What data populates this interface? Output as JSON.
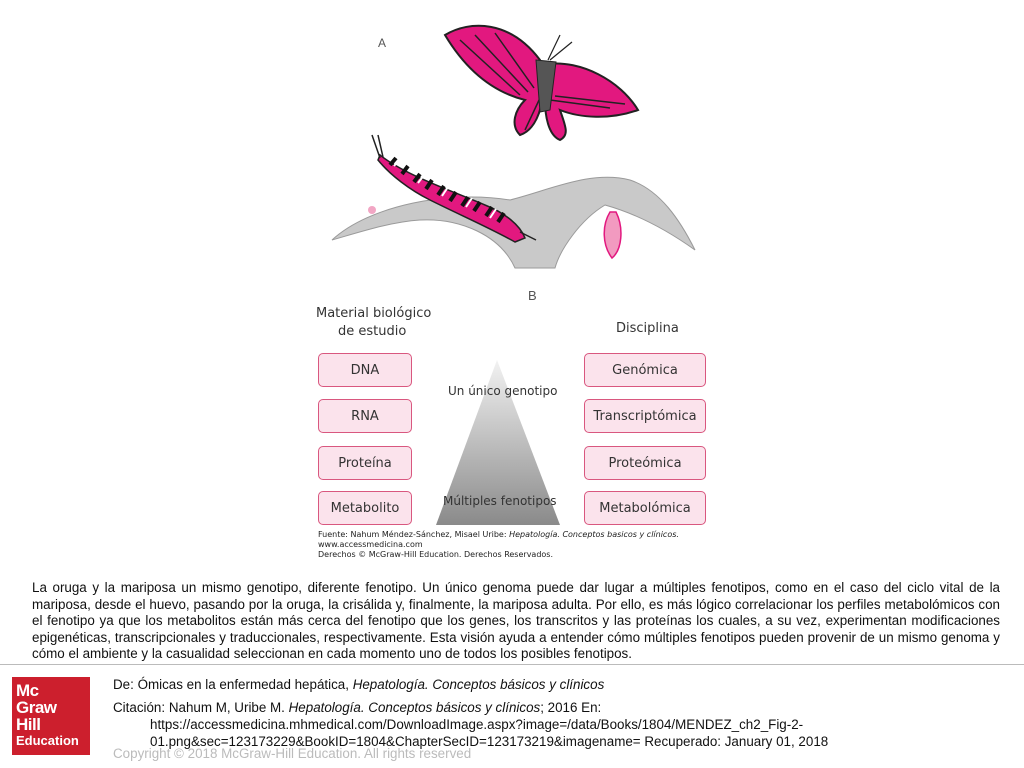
{
  "figure": {
    "label_a": "A",
    "label_b": "B",
    "left_title_1": "Material biológico",
    "left_title_2": "de estudio",
    "right_title": "Disciplina",
    "left_boxes": [
      "DNA",
      "RNA",
      "Proteína",
      "Metabolito"
    ],
    "right_boxes": [
      "Genómica",
      "Transcriptómica",
      "Proteómica",
      "Metabolómica"
    ],
    "triangle_top": "Un único genotipo",
    "triangle_bottom": "Múltiples fenotipos",
    "source_line1": "Fuente: Nahum Méndez-Sánchez, Misael Uribe: ",
    "source_line1_italic": "Hepatología. Conceptos basicos y clínicos.",
    "source_line2": "www.accessmedicina.com",
    "source_line3": "Derechos © McGraw-Hill Education. Derechos Reservados.",
    "colors": {
      "magenta": "#e2187f",
      "box_border": "#d9577f",
      "box_fill": "#fbe3ec"
    }
  },
  "caption": "La oruga y la mariposa un mismo genotipo, diferente fenotipo. Un único genoma puede dar lugar a múltiples fenotipos, como en el caso del ciclo vital de la mariposa, desde el huevo, pasando por la oruga, la crisálida y, finalmente, la mariposa adulta. Por ello, es más lógico correlacionar los perfiles metabolómicos con el fenotipo ya que los metabolitos están más cerca del fenotipo que los genes, los transcritos y las proteínas los cuales, a su vez, experimentan modificaciones epigenéticas, transcripcionales y traduccionales, respectivamente. Esta visión ayuda a entender cómo múltiples fenotipos pueden provenir de un mismo genoma y cómo el ambiente y la casualidad seleccionan en cada momento uno de todos los posibles fenotipos.",
  "logo": {
    "line1": "Mc",
    "line2": "Graw",
    "line3": "Hill",
    "line4": "Education",
    "color": "#cc1f2d"
  },
  "refs": {
    "de_label": "De: ",
    "de_text": "Ómicas en la enfermedad hepática, ",
    "de_book": "Hepatología. Conceptos básicos y clínicos",
    "cit_label": "Citación: ",
    "cit_authors": "Nahum M, Uribe M. ",
    "cit_book": "Hepatología. Conceptos básicos y clínicos",
    "cit_tail": "; 2016 En:",
    "url_line1": "https://accessmedicina.mhmedical.com/DownloadImage.aspx?image=/data/Books/1804/MENDEZ_ch2_Fig-2-",
    "url_line2": "01.png&sec=123173229&BookID=1804&ChapterSecID=123173219&imagename= Recuperado: January 01, 2018"
  },
  "copyright": "Copyright © 2018 McGraw-Hill Education. All rights reserved"
}
